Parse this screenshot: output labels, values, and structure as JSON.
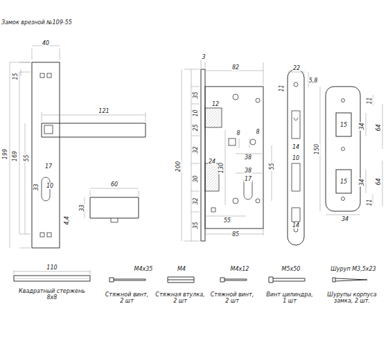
{
  "diagram": {
    "title": "Замок врезной №109-55",
    "labels": [
      "40",
      "15",
      "199",
      "169",
      "55",
      "121",
      "17",
      "10",
      "33",
      "4,4",
      "60",
      "33",
      "3",
      "82",
      "35",
      "10",
      "12",
      "25",
      "8",
      "8",
      "32",
      "24",
      "200",
      "130",
      "38",
      "30",
      "38",
      "55",
      "17",
      "32",
      "35",
      "55",
      "85",
      "22",
      "5,8",
      "11",
      "14",
      "10",
      "14",
      "150",
      "15",
      "34",
      "64",
      "11",
      "15",
      "34",
      "64",
      "11",
      "34",
      "110",
      "Квадратный стержень 8х8",
      "М4х35",
      "Стяжной винт, 2 шт",
      "М4",
      "Стяжная втулка, 2 шт",
      "М4х12",
      "Стяжной винт, 2 шт",
      "М5х50",
      "Винт цилиндра, 1 шт",
      "Шуруп М3,5х23",
      "Шурупы корпуса замка, 2 шт."
    ]
  }
}
